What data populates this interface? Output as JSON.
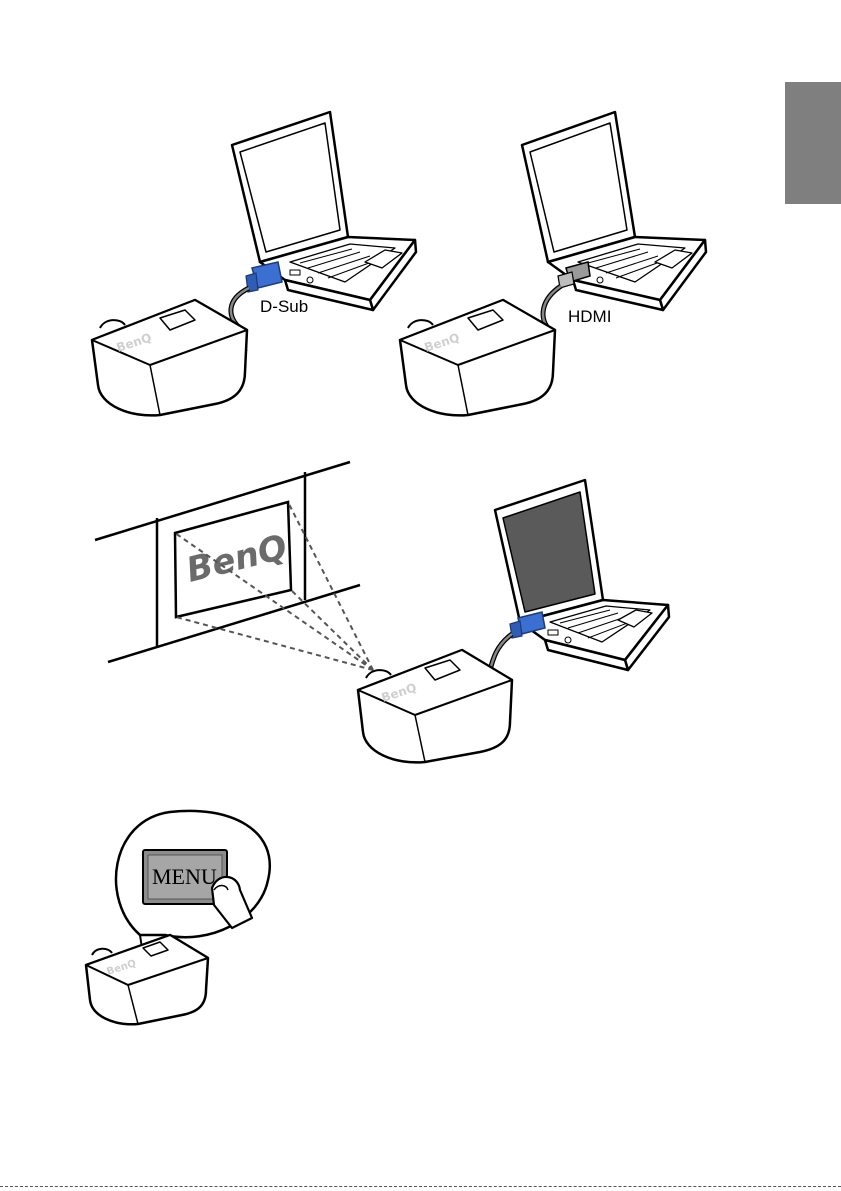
{
  "figures": {
    "dsub": {
      "label": "D-Sub",
      "brand": "BenQ"
    },
    "hdmi": {
      "label": "HDMI",
      "brand": "BenQ"
    },
    "projection": {
      "screen_brand": "BenQ",
      "projector_brand": "BenQ"
    },
    "menu": {
      "button_label": "MENU",
      "brand": "BenQ"
    }
  },
  "colors": {
    "side_tab": "#7f7f7f",
    "vga_connector": "#3b6fd1",
    "laptop_screen_dark": "#5a5a5a"
  }
}
